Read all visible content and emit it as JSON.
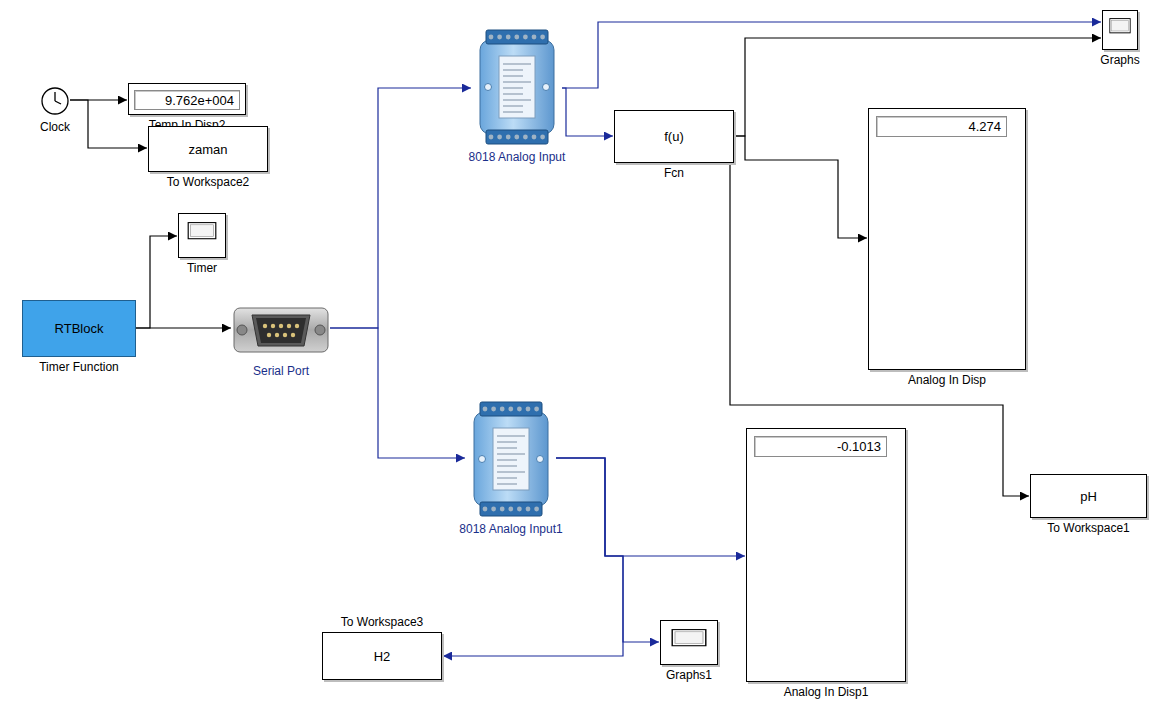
{
  "diagram": {
    "nodes": [
      {
        "text": [
          "Clock"
        ]
      },
      {
        "text": [
          "9.762e+004",
          "Temp In Disp2"
        ]
      },
      {
        "text": [
          "zaman",
          "To Workspace2"
        ]
      },
      {
        "text": [
          "Timer"
        ]
      },
      {
        "text": [
          "RTBlock",
          "Timer Function"
        ]
      },
      {
        "text": [
          "Serial Port"
        ]
      },
      {
        "text": [
          "8018 Analog Input"
        ]
      },
      {
        "text": [
          "f(u)",
          "Fcn"
        ]
      },
      {
        "text": [
          "Graphs"
        ]
      },
      {
        "text": [
          "4.274",
          "Analog In Disp"
        ]
      },
      {
        "text": [
          "pH",
          "To Workspace1"
        ]
      },
      {
        "text": [
          "8018 Analog Input1"
        ]
      },
      {
        "text": [
          "-0.1013",
          "Analog In Disp1"
        ]
      },
      {
        "text": [
          "Graphs1"
        ]
      },
      {
        "text": [
          "To Workspace3",
          "H2"
        ]
      }
    ],
    "edges": [
      {
        "from": 0,
        "to": 1,
        "arrow": "to"
      },
      {
        "from": 0,
        "to": 2,
        "arrow": "to"
      },
      {
        "from": 4,
        "to": 3,
        "arrow": "to"
      },
      {
        "from": 4,
        "to": 5,
        "arrow": "to"
      },
      {
        "from": 5,
        "to": 6,
        "arrow": "to"
      },
      {
        "from": 5,
        "to": 11,
        "arrow": "to"
      },
      {
        "from": 6,
        "to": 8,
        "arrow": "to"
      },
      {
        "from": 6,
        "to": 7,
        "arrow": "to"
      },
      {
        "from": 7,
        "to": 8,
        "arrow": "to"
      },
      {
        "from": 7,
        "to": 9,
        "arrow": "to"
      },
      {
        "from": 7,
        "to": 10,
        "arrow": "to"
      },
      {
        "from": 11,
        "to": 12,
        "arrow": "to"
      },
      {
        "from": 11,
        "to": 13,
        "arrow": "to"
      },
      {
        "from": 11,
        "to": 14,
        "arrow": "to"
      }
    ]
  }
}
